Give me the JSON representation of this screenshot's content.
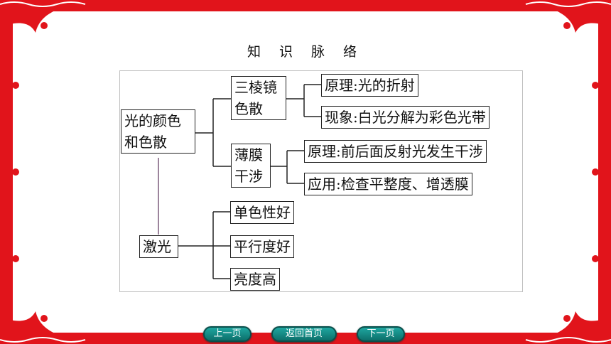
{
  "title": "知 识 脉 络",
  "root": [
    "光的颜色",
    "和色散"
  ],
  "prism": [
    "三棱镜",
    "色散"
  ],
  "prism_items": [
    "原理:光的折射",
    "现象:白光分解为彩色光带"
  ],
  "film": [
    "薄膜",
    "干涉"
  ],
  "film_items": [
    "原理:前后面反射光发生干涉",
    "应用:检查平整度、增透膜"
  ],
  "laser": "激光",
  "laser_items": [
    "单色性好",
    "平行度好",
    "亮度高"
  ],
  "nav": {
    "prev": "上一页",
    "home": "返回首页",
    "next": "下一页"
  },
  "colors": {
    "frame": "#e1141b",
    "nav": "#138c86"
  }
}
